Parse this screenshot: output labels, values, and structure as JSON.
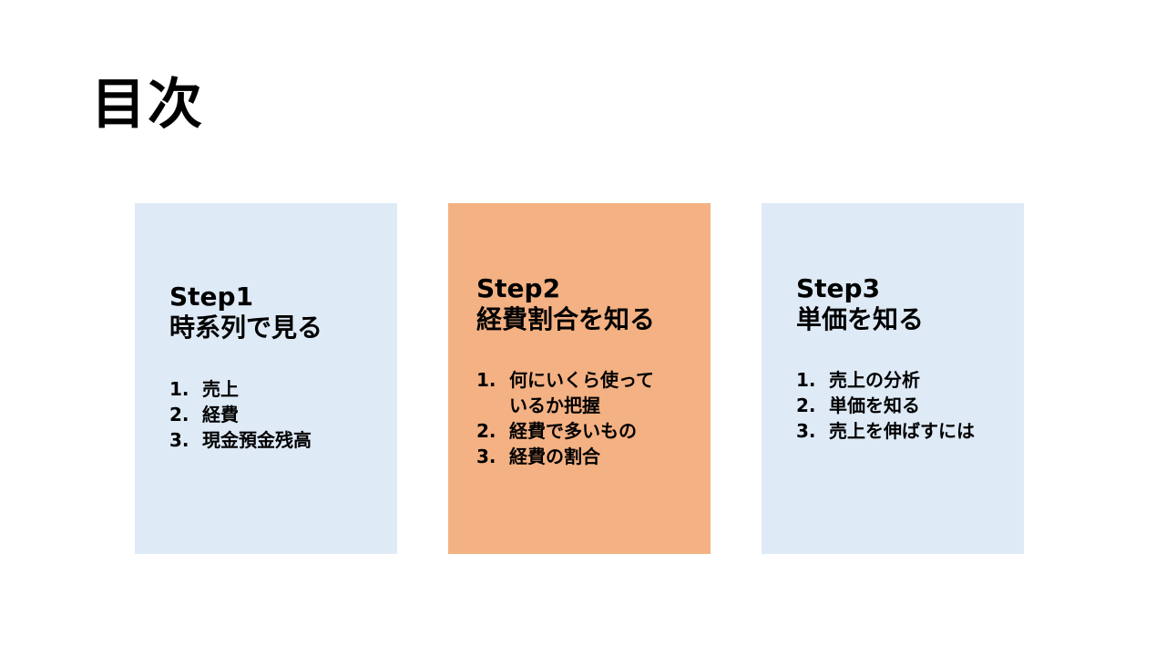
{
  "title": "目次",
  "steps": [
    {
      "step": "Step1",
      "heading": "時系列で見る",
      "items": [
        {
          "n": "1.",
          "t": "売上"
        },
        {
          "n": "2.",
          "t": "経費"
        },
        {
          "n": "3.",
          "t": "現金預金残高"
        }
      ]
    },
    {
      "step": "Step2",
      "heading": "経費割合を知る",
      "items": [
        {
          "n": "1.",
          "t": "何にいくら使っているか把握"
        },
        {
          "n": "2.",
          "t": "経費で多いもの"
        },
        {
          "n": "3.",
          "t": "経費の割合"
        }
      ]
    },
    {
      "step": "Step3",
      "heading": "単価を知る",
      "items": [
        {
          "n": "1.",
          "t": "売上の分析"
        },
        {
          "n": "2.",
          "t": "単価を知る"
        },
        {
          "n": "3.",
          "t": "売上を伸ばすには"
        }
      ]
    }
  ],
  "colors": {
    "blue_card": "#deeaf6",
    "orange_card": "#f4b183"
  }
}
